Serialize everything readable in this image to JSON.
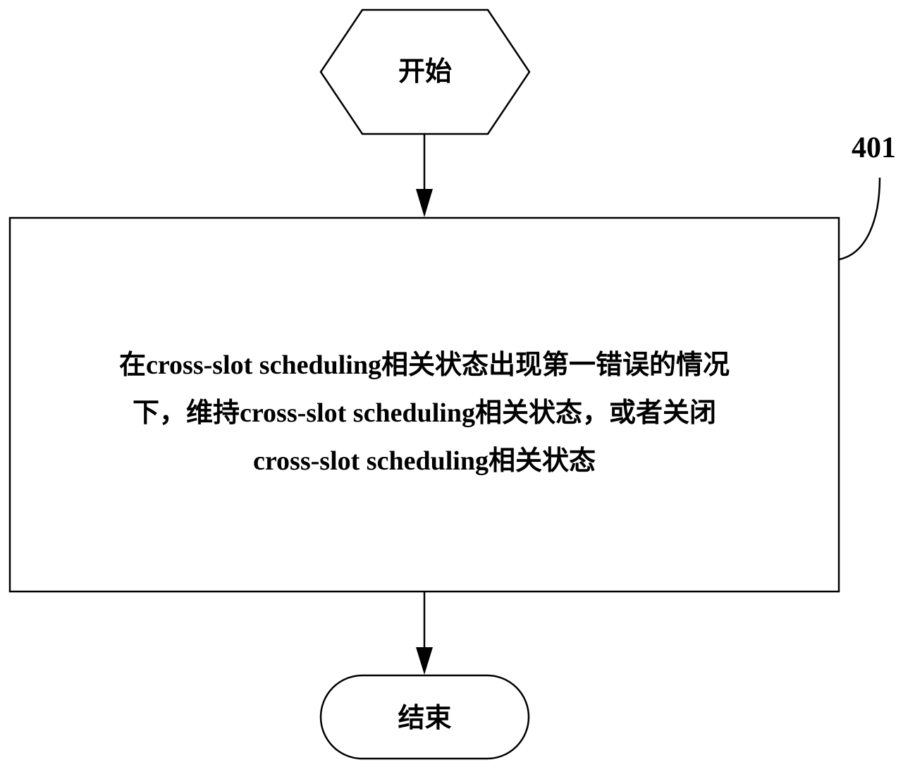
{
  "flowchart": {
    "start": {
      "label": "开始"
    },
    "step_401": {
      "ref": "401",
      "lines": [
        "在cross-slot scheduling相关状态出现第一错误的情况",
        "下，维持cross-slot scheduling相关状态，或者关闭",
        "cross-slot scheduling相关状态"
      ]
    },
    "end": {
      "label": "结束"
    }
  }
}
